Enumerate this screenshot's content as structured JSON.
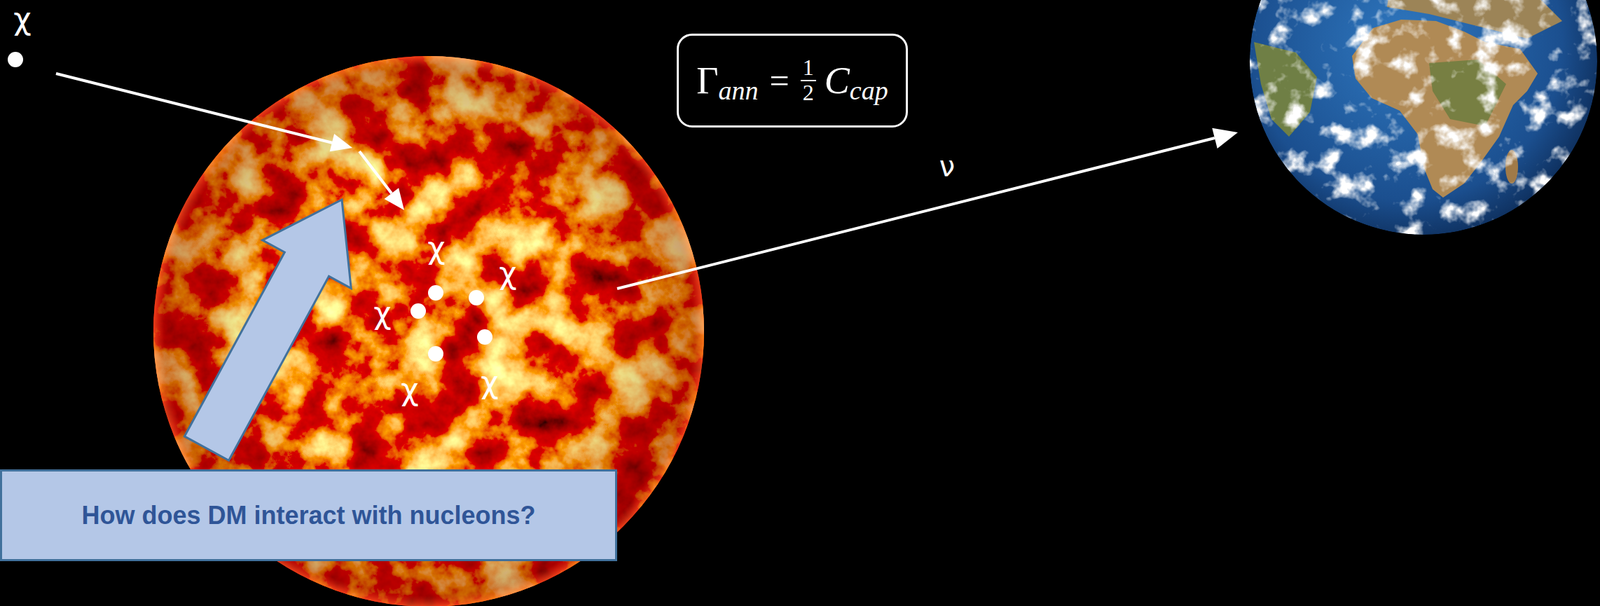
{
  "diagram": {
    "nodes": [
      {
        "text": [
          "Γ",
          "ann",
          "=",
          "1",
          "2",
          "C",
          "cap"
        ]
      },
      {
        "text": [
          "How does DM interact with nucleons?"
        ]
      }
    ],
    "labels": [
      "χ",
      "χ",
      "χ",
      "χ",
      "χ",
      "χ",
      "ν"
    ]
  }
}
